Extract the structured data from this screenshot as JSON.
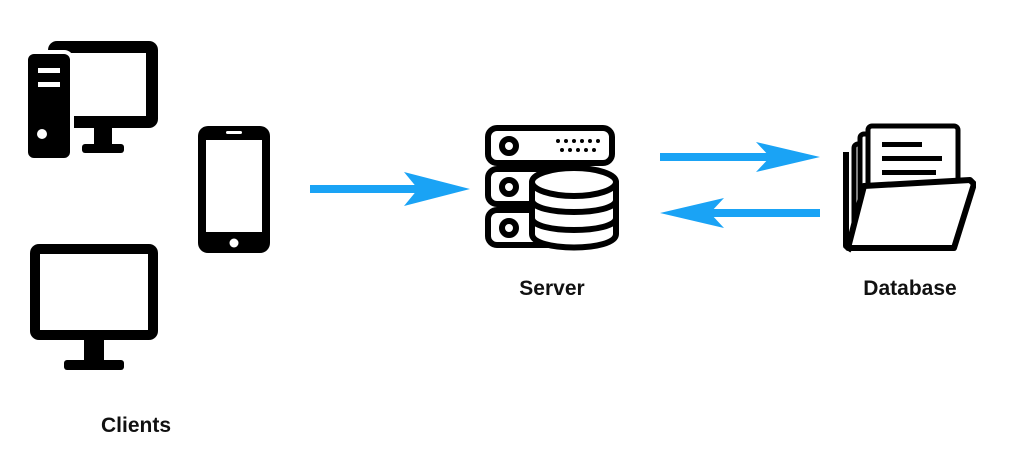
{
  "nodes": {
    "clients": {
      "label": "Clients",
      "icons": [
        "desktop-tower-icon",
        "smartphone-icon",
        "monitor-icon"
      ]
    },
    "server": {
      "label": "Server",
      "icon": "server-database-icon"
    },
    "database": {
      "label": "Database",
      "icon": "document-folder-icon"
    }
  },
  "edges": [
    {
      "from": "clients",
      "to": "server"
    },
    {
      "from": "server",
      "to": "database"
    },
    {
      "from": "database",
      "to": "server"
    }
  ],
  "colors": {
    "arrow": "#1aa3f5",
    "icon": "#000000",
    "background": "#ffffff"
  }
}
